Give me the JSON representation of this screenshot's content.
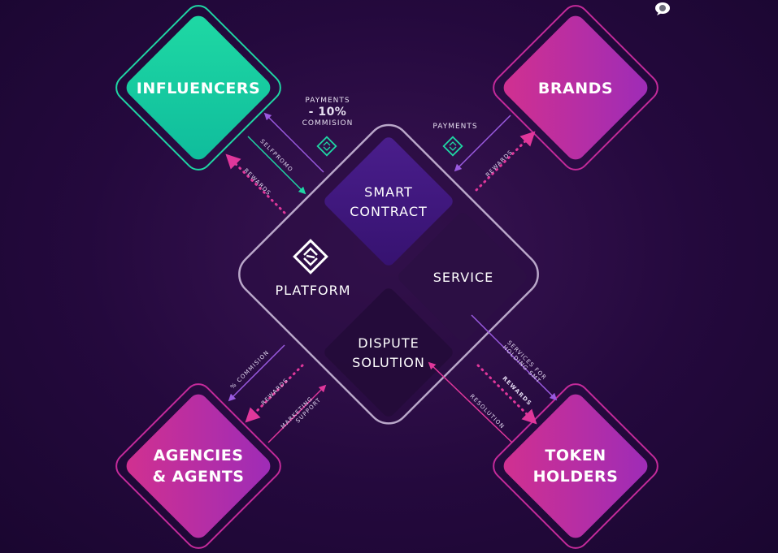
{
  "nodes": {
    "influencers": {
      "label": "INFLUENCERS",
      "color_from": "#14c9a0",
      "color_to": "#1fd6a4"
    },
    "brands": {
      "label": "BRANDS",
      "color_from": "#c4288f",
      "color_to": "#9b2bb4"
    },
    "agencies": {
      "line1": "AGENCIES",
      "line2": "& AGENTS",
      "color_from": "#c4288f",
      "color_to": "#9b2bb4"
    },
    "token_holders": {
      "line1": "TOKEN",
      "line2": "HOLDERS",
      "color_from": "#c4288f",
      "color_to": "#9b2bb4"
    }
  },
  "platform": {
    "label": "PLATFORM",
    "smart_contract": {
      "line1": "SMART",
      "line2": "CONTRACT"
    },
    "service": "SERVICE",
    "dispute": {
      "line1": "DISPUTE",
      "line2": "SOLUTION"
    }
  },
  "labels": {
    "payments_left": {
      "line1": "PAYMENTS",
      "line2": "- 10%",
      "line3": "COMMISION"
    },
    "payments_right": "PAYMENTS",
    "selfpromo": "SELFPROMO",
    "rewards_influencers": "REWARDS",
    "rewards_brands": "REWARDS",
    "commision_agencies": "% COMMISION",
    "rewards_agencies": "REWARDS",
    "marketing_support": {
      "line1": "MARKETING",
      "line2": "SUPPORT"
    },
    "services_holding": {
      "line1": "SERVICES FOR",
      "line2": "HOLDING SMT"
    },
    "rewards_holders": "REWARDS",
    "resolution": "RESOLUTION"
  },
  "colors": {
    "teal": "#1fd6a4",
    "pink": "#e0379b",
    "violet": "#8a4bd8",
    "platform_border": "#b9a7c9"
  },
  "icons": {
    "chat": "chat-bubble-icon",
    "token": "token-diamond-icon",
    "logo": "platform-logo-icon"
  }
}
